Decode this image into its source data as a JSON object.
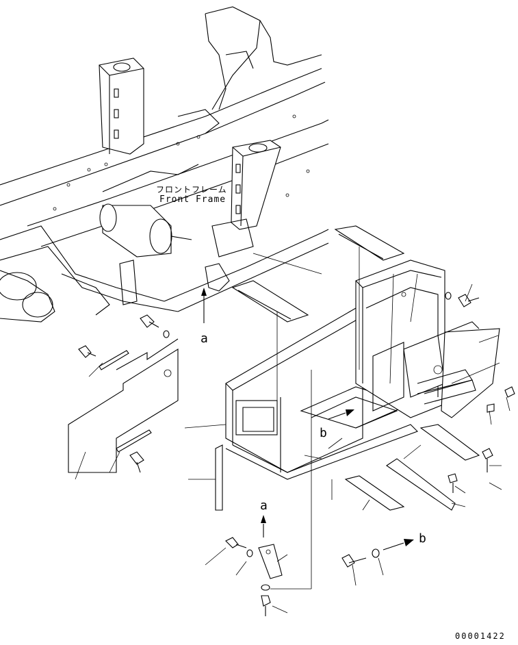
{
  "diagram": {
    "frame_label_jp": "フロントフレーム",
    "frame_label_en": "Front Frame",
    "view_labels": [
      {
        "id": "a-upper",
        "text": "a"
      },
      {
        "id": "a-lower",
        "text": "a"
      },
      {
        "id": "b-inner",
        "text": "b"
      },
      {
        "id": "b-lower",
        "text": "b"
      }
    ],
    "drawing_number": "00001422"
  }
}
